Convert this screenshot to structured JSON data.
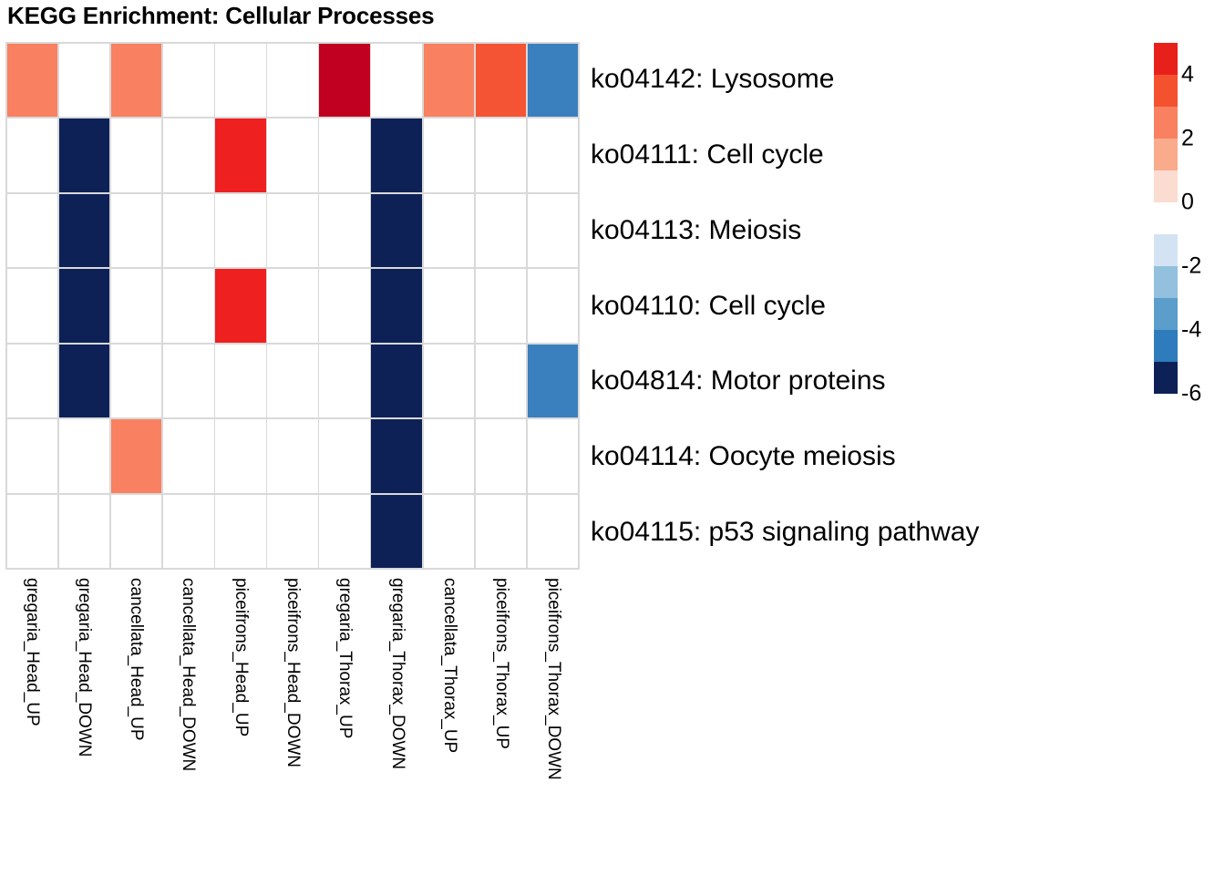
{
  "title": "KEGG Enrichment: Cellular Processes",
  "chart_data": {
    "type": "heatmap",
    "title": "KEGG Enrichment: Cellular Processes",
    "xlabel": "",
    "ylabel": "",
    "grid": true,
    "legend_position": "right",
    "columns": [
      "gregaria_Head_UP",
      "gregaria_Head_DOWN",
      "cancellata_Head_UP",
      "cancellata_Head_DOWN",
      "piceifrons_Head_UP",
      "piceifrons_Head_DOWN",
      "gregaria_Thorax_UP",
      "gregaria_Thorax_DOWN",
      "cancellata_Thorax_UP",
      "piceifrons_Thorax_UP",
      "piceifrons_Thorax_DOWN"
    ],
    "rows": [
      "ko04142: Lysosome",
      "ko04111: Cell cycle",
      "ko04113: Meiosis",
      "ko04110: Cell cycle",
      "ko04814: Motor proteins",
      "ko04114: Oocyte meiosis",
      "ko04115: p53 signaling pathway"
    ],
    "values": [
      [
        2.3,
        0,
        2.3,
        0,
        0,
        0,
        5.5,
        0,
        2.3,
        3.7,
        -4.2
      ],
      [
        0,
        -6.5,
        0,
        0,
        4.6,
        0,
        0,
        -6.5,
        0,
        0,
        0
      ],
      [
        0,
        -6.5,
        0,
        0,
        0,
        0,
        0,
        -6.5,
        0,
        0,
        0
      ],
      [
        0,
        -6.5,
        0,
        0,
        4.6,
        0,
        0,
        -6.5,
        0,
        0,
        0
      ],
      [
        0,
        -6.5,
        0,
        0,
        0,
        0,
        0,
        -6.5,
        0,
        0,
        -4.2
      ],
      [
        0,
        0,
        2.3,
        0,
        0,
        0,
        0,
        -6.5,
        0,
        0,
        0
      ],
      [
        0,
        0,
        0,
        0,
        0,
        0,
        0,
        -6.5,
        0,
        0,
        0
      ]
    ],
    "cell_colors": [
      [
        "#f98060",
        "#ffffff",
        "#f98060",
        "#ffffff",
        "#ffffff",
        "#ffffff",
        "#c10021",
        "#ffffff",
        "#f98060",
        "#f45334",
        "#3a7fbe"
      ],
      [
        "#ffffff",
        "#0d2157",
        "#ffffff",
        "#ffffff",
        "#ee2020",
        "#ffffff",
        "#ffffff",
        "#0d2157",
        "#ffffff",
        "#ffffff",
        "#ffffff"
      ],
      [
        "#ffffff",
        "#0d2157",
        "#ffffff",
        "#ffffff",
        "#ffffff",
        "#ffffff",
        "#ffffff",
        "#0d2157",
        "#ffffff",
        "#ffffff",
        "#ffffff"
      ],
      [
        "#ffffff",
        "#0d2157",
        "#ffffff",
        "#ffffff",
        "#ee2020",
        "#ffffff",
        "#ffffff",
        "#0d2157",
        "#ffffff",
        "#ffffff",
        "#ffffff"
      ],
      [
        "#ffffff",
        "#0d2157",
        "#ffffff",
        "#ffffff",
        "#ffffff",
        "#ffffff",
        "#ffffff",
        "#0d2157",
        "#ffffff",
        "#ffffff",
        "#3a7fbe"
      ],
      [
        "#ffffff",
        "#ffffff",
        "#f98060",
        "#ffffff",
        "#ffffff",
        "#ffffff",
        "#ffffff",
        "#0d2157",
        "#ffffff",
        "#ffffff",
        "#ffffff"
      ],
      [
        "#ffffff",
        "#ffffff",
        "#ffffff",
        "#ffffff",
        "#ffffff",
        "#ffffff",
        "#ffffff",
        "#0d2157",
        "#ffffff",
        "#ffffff",
        "#ffffff"
      ]
    ],
    "colorbar": {
      "swatches": [
        "#e8201c",
        "#f4512f",
        "#f98060",
        "#f9ab8c",
        "#fbdcd0",
        "#ffffff",
        "#d4e3f3",
        "#92c0dd",
        "#5b9ecb",
        "#2f7cbc",
        "#0d2157"
      ],
      "tick_labels": [
        "4",
        "2",
        "0",
        "-2",
        "-4",
        "-6"
      ],
      "tick_values": [
        4,
        2,
        0,
        -2,
        -4,
        -6
      ],
      "range": [
        -7,
        6
      ]
    }
  }
}
